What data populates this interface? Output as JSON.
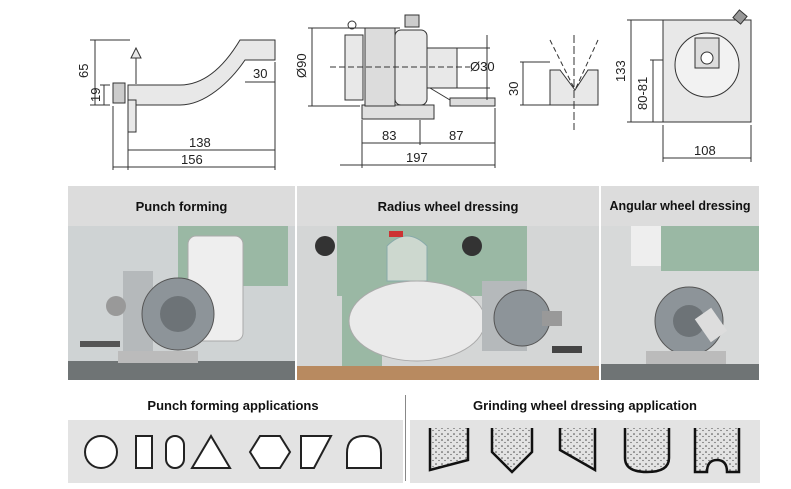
{
  "dimensions": {
    "d65": "65",
    "d19": "19",
    "d30a": "30",
    "d138": "138",
    "d156": "156",
    "d90": "Ø90",
    "d30dia": "Ø30",
    "d83": "83",
    "d87": "87",
    "d197": "197",
    "d30v": "30",
    "d133": "133",
    "d80_81": "80-81",
    "d108": "108"
  },
  "headers": {
    "punch": "Punch forming",
    "radius": "Radius wheel dressing",
    "angular": "Angular wheel dressing"
  },
  "applications": {
    "punch_title": "Punch forming applications",
    "grinding_title": "Grinding wheel dressing application"
  },
  "colors": {
    "header_bg": "#dcdcdc",
    "machine_green": "#9ab8a4",
    "steel": "#8d9499"
  }
}
